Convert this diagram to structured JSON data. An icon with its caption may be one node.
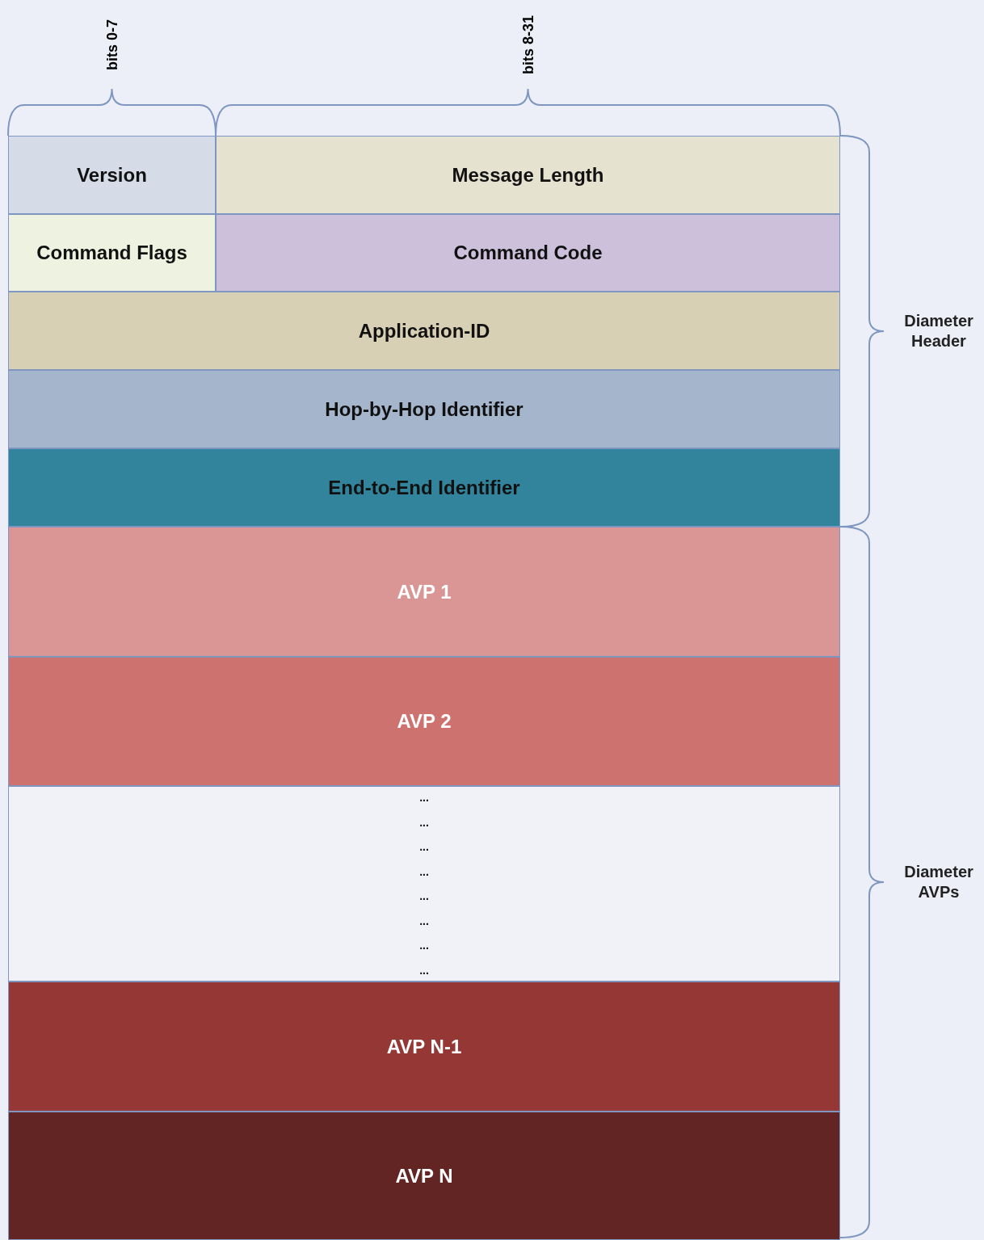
{
  "diagram": {
    "nodes": [
      {
        "text": [
          "Version"
        ]
      },
      {
        "text": [
          "Message Length"
        ]
      },
      {
        "text": [
          "Command Flags"
        ]
      },
      {
        "text": [
          "Command Code"
        ]
      },
      {
        "text": [
          "Application-ID"
        ]
      },
      {
        "text": [
          "Hop-by-Hop Identifier"
        ]
      },
      {
        "text": [
          "End-to-End Identifier"
        ]
      },
      {
        "text": [
          "AVP 1"
        ]
      },
      {
        "text": [
          "AVP 2"
        ]
      },
      {
        "text": [
          "...",
          "...",
          "...",
          "...",
          "...",
          "...",
          "...",
          "..."
        ]
      },
      {
        "text": [
          "AVP N-1"
        ]
      },
      {
        "text": [
          "AVP N"
        ]
      }
    ],
    "labels": [
      "bits 0-7",
      "bits 8-31",
      "Diameter Header",
      "Diameter AVPs"
    ]
  }
}
